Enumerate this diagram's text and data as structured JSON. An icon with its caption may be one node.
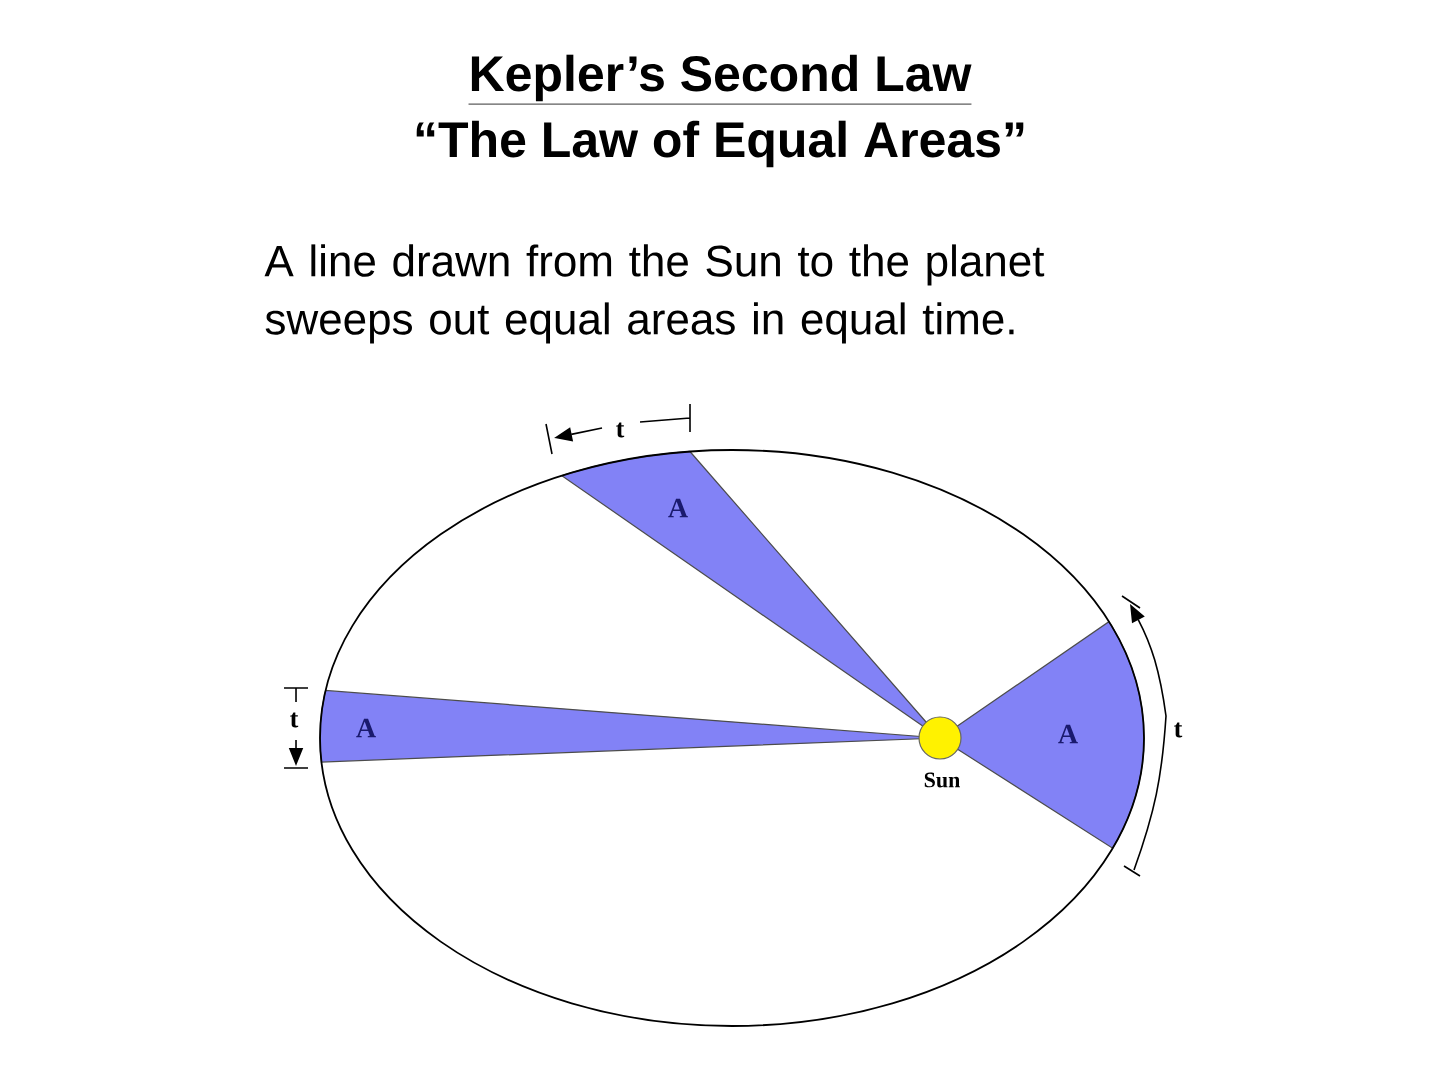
{
  "diagram": {
    "title": "Kepler’s Second Law",
    "labels": [
      "“The Law of Equal Areas”",
      "A line drawn from the Sun to the planet sweeps out equal areas in equal time.",
      "t",
      "A",
      "t",
      "A",
      "A",
      "t",
      "Sun"
    ]
  }
}
